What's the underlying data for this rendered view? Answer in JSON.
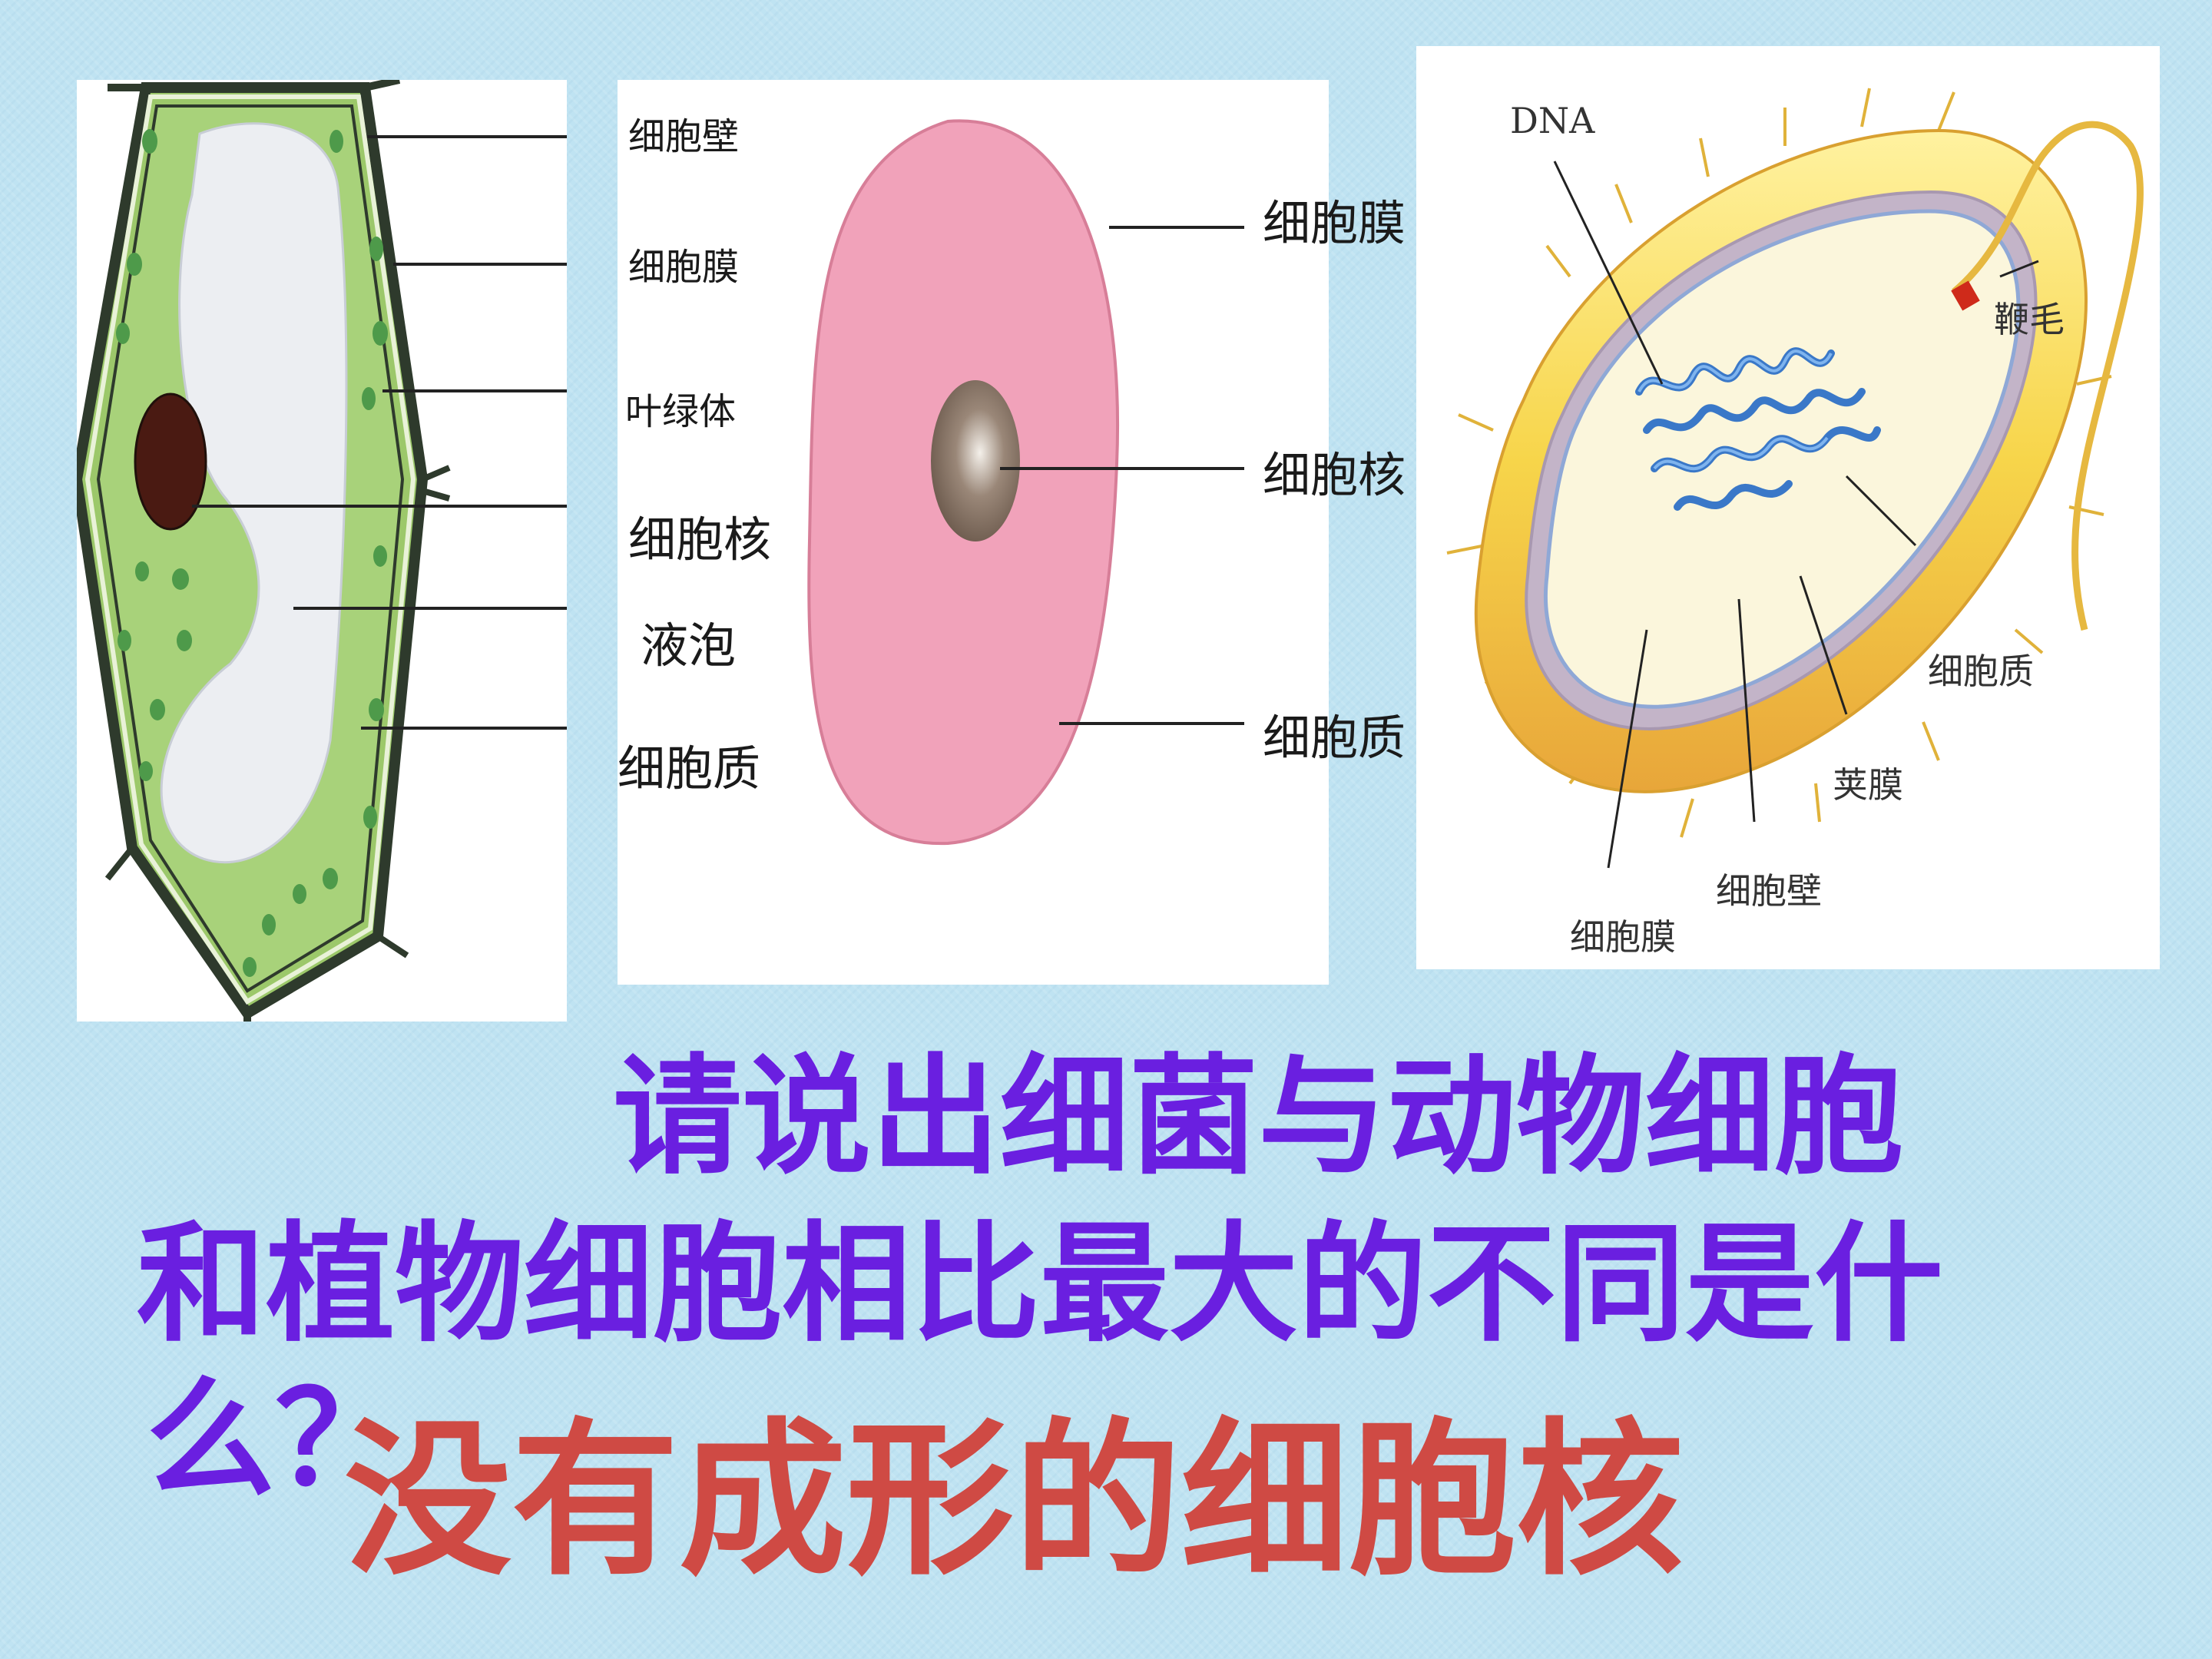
{
  "plant_cell": {
    "labels": [
      "细胞壁",
      "细胞膜",
      "叶绿体",
      "细胞核",
      "液泡",
      "细胞质"
    ]
  },
  "animal_cell": {
    "labels": [
      "细胞膜",
      "细胞核",
      "细胞质"
    ]
  },
  "bacterium": {
    "labels": [
      "DNA",
      "鞭毛",
      "细胞质",
      "荚膜",
      "细胞壁",
      "细胞膜"
    ]
  },
  "question": {
    "line1": "请说出细菌与动物细胞",
    "line2": "和植物细胞相比最大的不同是什",
    "line3": "么？"
  },
  "answer": "没有成形的细胞核",
  "colors": {
    "question": "#6a1fe0",
    "answer": "#cf4a44",
    "background": "#bfe3f2"
  }
}
